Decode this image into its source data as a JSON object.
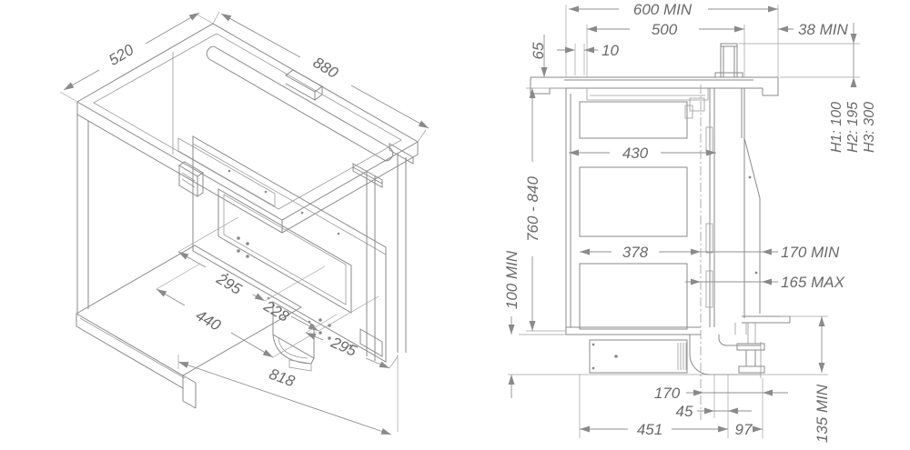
{
  "drawing": {
    "type": "installation-dimension-drawing",
    "colors": {
      "line": "#8a8a8a",
      "text": "#6a6a6a",
      "background": "#ffffff"
    },
    "iso": {
      "d520": "520",
      "d880": "880",
      "d295a": "295",
      "d228": "228",
      "d440": "440",
      "d295b": "295",
      "d818": "818"
    },
    "side": {
      "d600": "600 MIN",
      "d500": "500",
      "d38": "38 MIN",
      "d10": "10",
      "d65": "65",
      "d760": "760 - 840",
      "d100": "100 MIN",
      "d430": "430",
      "d378": "378",
      "d170min": "170 MIN",
      "d165max": "165 MAX",
      "h1": "H1: 100",
      "h2": "H2: 195",
      "h3": "H3: 300",
      "d135": "135 MIN",
      "d170": "170",
      "d45": "45",
      "d451": "451",
      "d97": "97"
    }
  }
}
